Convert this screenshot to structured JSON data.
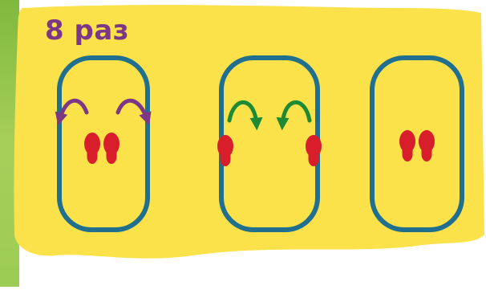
{
  "instruction": {
    "repeat_label": "8 раз"
  },
  "colors": {
    "background_blob": "#fbe24a",
    "left_strip": "#8cc046",
    "track_outline": "#216f8f",
    "foot": "#d81e2a",
    "arrows_step_out": "#7c3785",
    "arrows_step_in": "#1e8a33",
    "label": "#7c3785"
  },
  "icons": {
    "track": "rounded-rectangle-outline",
    "foot": "footprint",
    "arrow": "curved-arrow"
  },
  "steps": [
    {
      "position": "feet-together",
      "arrows": "outward"
    },
    {
      "position": "feet-apart",
      "arrows": "inward"
    },
    {
      "position": "feet-together",
      "arrows": "none"
    }
  ]
}
